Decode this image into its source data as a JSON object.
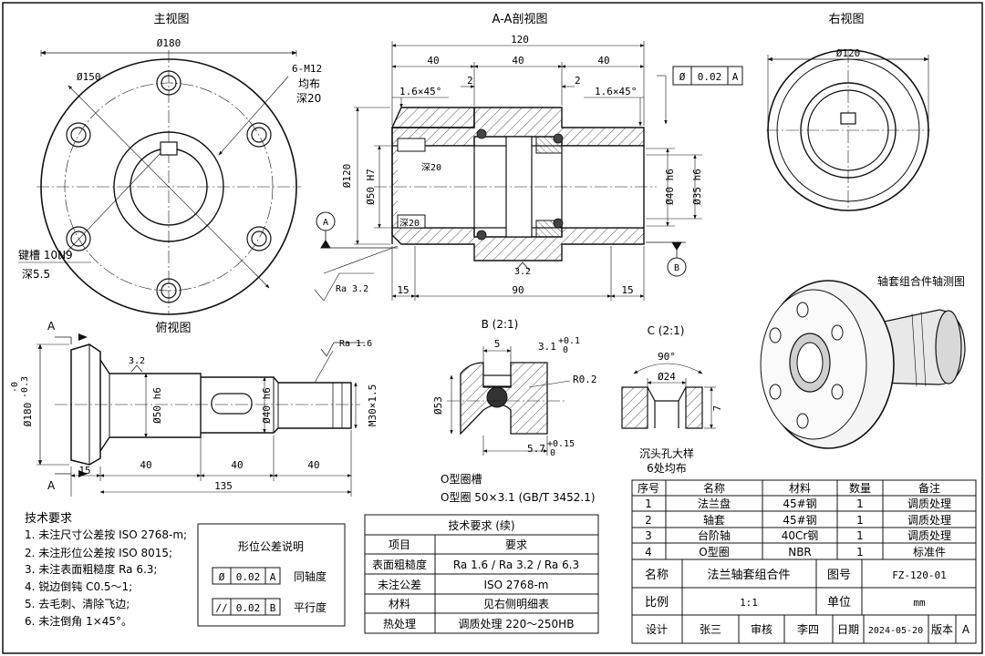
{
  "views": {
    "front_title": "主视图",
    "section_title": "A-A剖视图",
    "right_title": "右视图",
    "top_title": "俯视图",
    "detail_b_title": "B (2:1)",
    "detail_c_title": "C (2:1)",
    "iso_title": "轴套组合件轴测图"
  },
  "front": {
    "d180": "Ø180",
    "d150": "Ø150",
    "holes": "6-M12",
    "holes_even": "均布",
    "holes_depth": "深20",
    "keyway": "键槽 10N9",
    "keyway_depth": "深5.5"
  },
  "section": {
    "len120": "120",
    "len40a": "40",
    "len40b": "40",
    "len40c": "40",
    "ch_left": "1.6×45°",
    "ch_right": "1.6×45°",
    "g2a": "2",
    "g2b": "2",
    "tol_symbol": "Ø",
    "tol_value": "0.02",
    "tol_datum": "A",
    "d120": "Ø120",
    "d50h7": "Ø50 H7",
    "d40h6": "Ø40 h6",
    "d35h6": "Ø35 h6",
    "depth20a": "深20",
    "depth20b": "深20",
    "datum_a": "A",
    "datum_b": "B",
    "ra32": "Ra 3.2",
    "rough32": "3.2",
    "l15a": "15",
    "l90": "90",
    "l15b": "15"
  },
  "right": {
    "d120": "Ø120"
  },
  "top": {
    "sec_a": "A",
    "sec_a2": "A",
    "d180": "Ø180",
    "d180_tol_up": "-0",
    "d180_tol_low": "-0.3",
    "d50h6": "Ø50 h6",
    "d40h6": "Ø40 h6",
    "m30": "M30×1.5",
    "ra16": "Ra 1.6",
    "rough32": "3.2",
    "l15": "15",
    "l40a": "40",
    "l40b": "40",
    "l40c": "40",
    "l135": "135"
  },
  "detail_b": {
    "w5": "5",
    "w31": "3.1",
    "w31_up": "+0.1",
    "w31_low": "0",
    "r02": "R0.2",
    "d53": "Ø53",
    "w57": "5.7",
    "w57_up": "+0.15",
    "w57_low": "0",
    "caption1": "O型圈槽",
    "caption2": "O型圈 50×3.1 (GB/T 3452.1)"
  },
  "detail_c": {
    "angle": "90°",
    "d24": "Ø24",
    "depth7": "7",
    "caption1": "沉头孔大样",
    "caption2": "6处均布"
  },
  "requirements": {
    "title": "技术要求",
    "items": [
      "1. 未注尺寸公差按 ISO 2768-m;",
      "2. 未注形位公差按 ISO 8015;",
      "3. 未注表面粗糙度 Ra 6.3;",
      "4. 锐边倒钝 C0.5～1;",
      "5. 去毛刺、清除飞边;",
      "6. 未注倒角 1×45°。"
    ]
  },
  "gdt_legend": {
    "title": "形位公差说明",
    "rows": [
      {
        "symbol": "Ø",
        "value": "0.02",
        "datum": "A",
        "label": "同轴度"
      },
      {
        "symbol": "//",
        "value": "0.02",
        "datum": "B",
        "label": "平行度"
      }
    ]
  },
  "req_table": {
    "title": "技术要求 (续)",
    "header": [
      "项目",
      "要求"
    ],
    "rows": [
      [
        "表面粗糙度",
        "Ra 1.6 / Ra 3.2 / Ra 6.3"
      ],
      [
        "未注公差",
        "ISO 2768-m"
      ],
      [
        "材料",
        "见右侧明细表"
      ],
      [
        "热处理",
        "调质处理 220～250HB"
      ]
    ]
  },
  "bom": {
    "header": [
      "序号",
      "名称",
      "材料",
      "数量",
      "备注"
    ],
    "rows": [
      [
        "1",
        "法兰盘",
        "45#钢",
        "1",
        "调质处理"
      ],
      [
        "2",
        "轴套",
        "45#钢",
        "1",
        "调质处理"
      ],
      [
        "3",
        "台阶轴",
        "40Cr钢",
        "1",
        "调质处理"
      ],
      [
        "4",
        "O型圈",
        "NBR",
        "1",
        "标准件"
      ]
    ]
  },
  "title_block": {
    "name_label": "名称",
    "name_value": "法兰轴套组合件",
    "drawing_no_label": "图号",
    "drawing_no_value": "FZ-120-01",
    "scale_label": "比例",
    "scale_value": "1:1",
    "unit_label": "单位",
    "unit_value": "mm",
    "design_label": "设计",
    "design_value": "张三",
    "check_label": "审核",
    "check_value": "李四",
    "date_label": "日期",
    "date_value": "2024-05-20",
    "version_label": "版本",
    "version_value": "A"
  }
}
